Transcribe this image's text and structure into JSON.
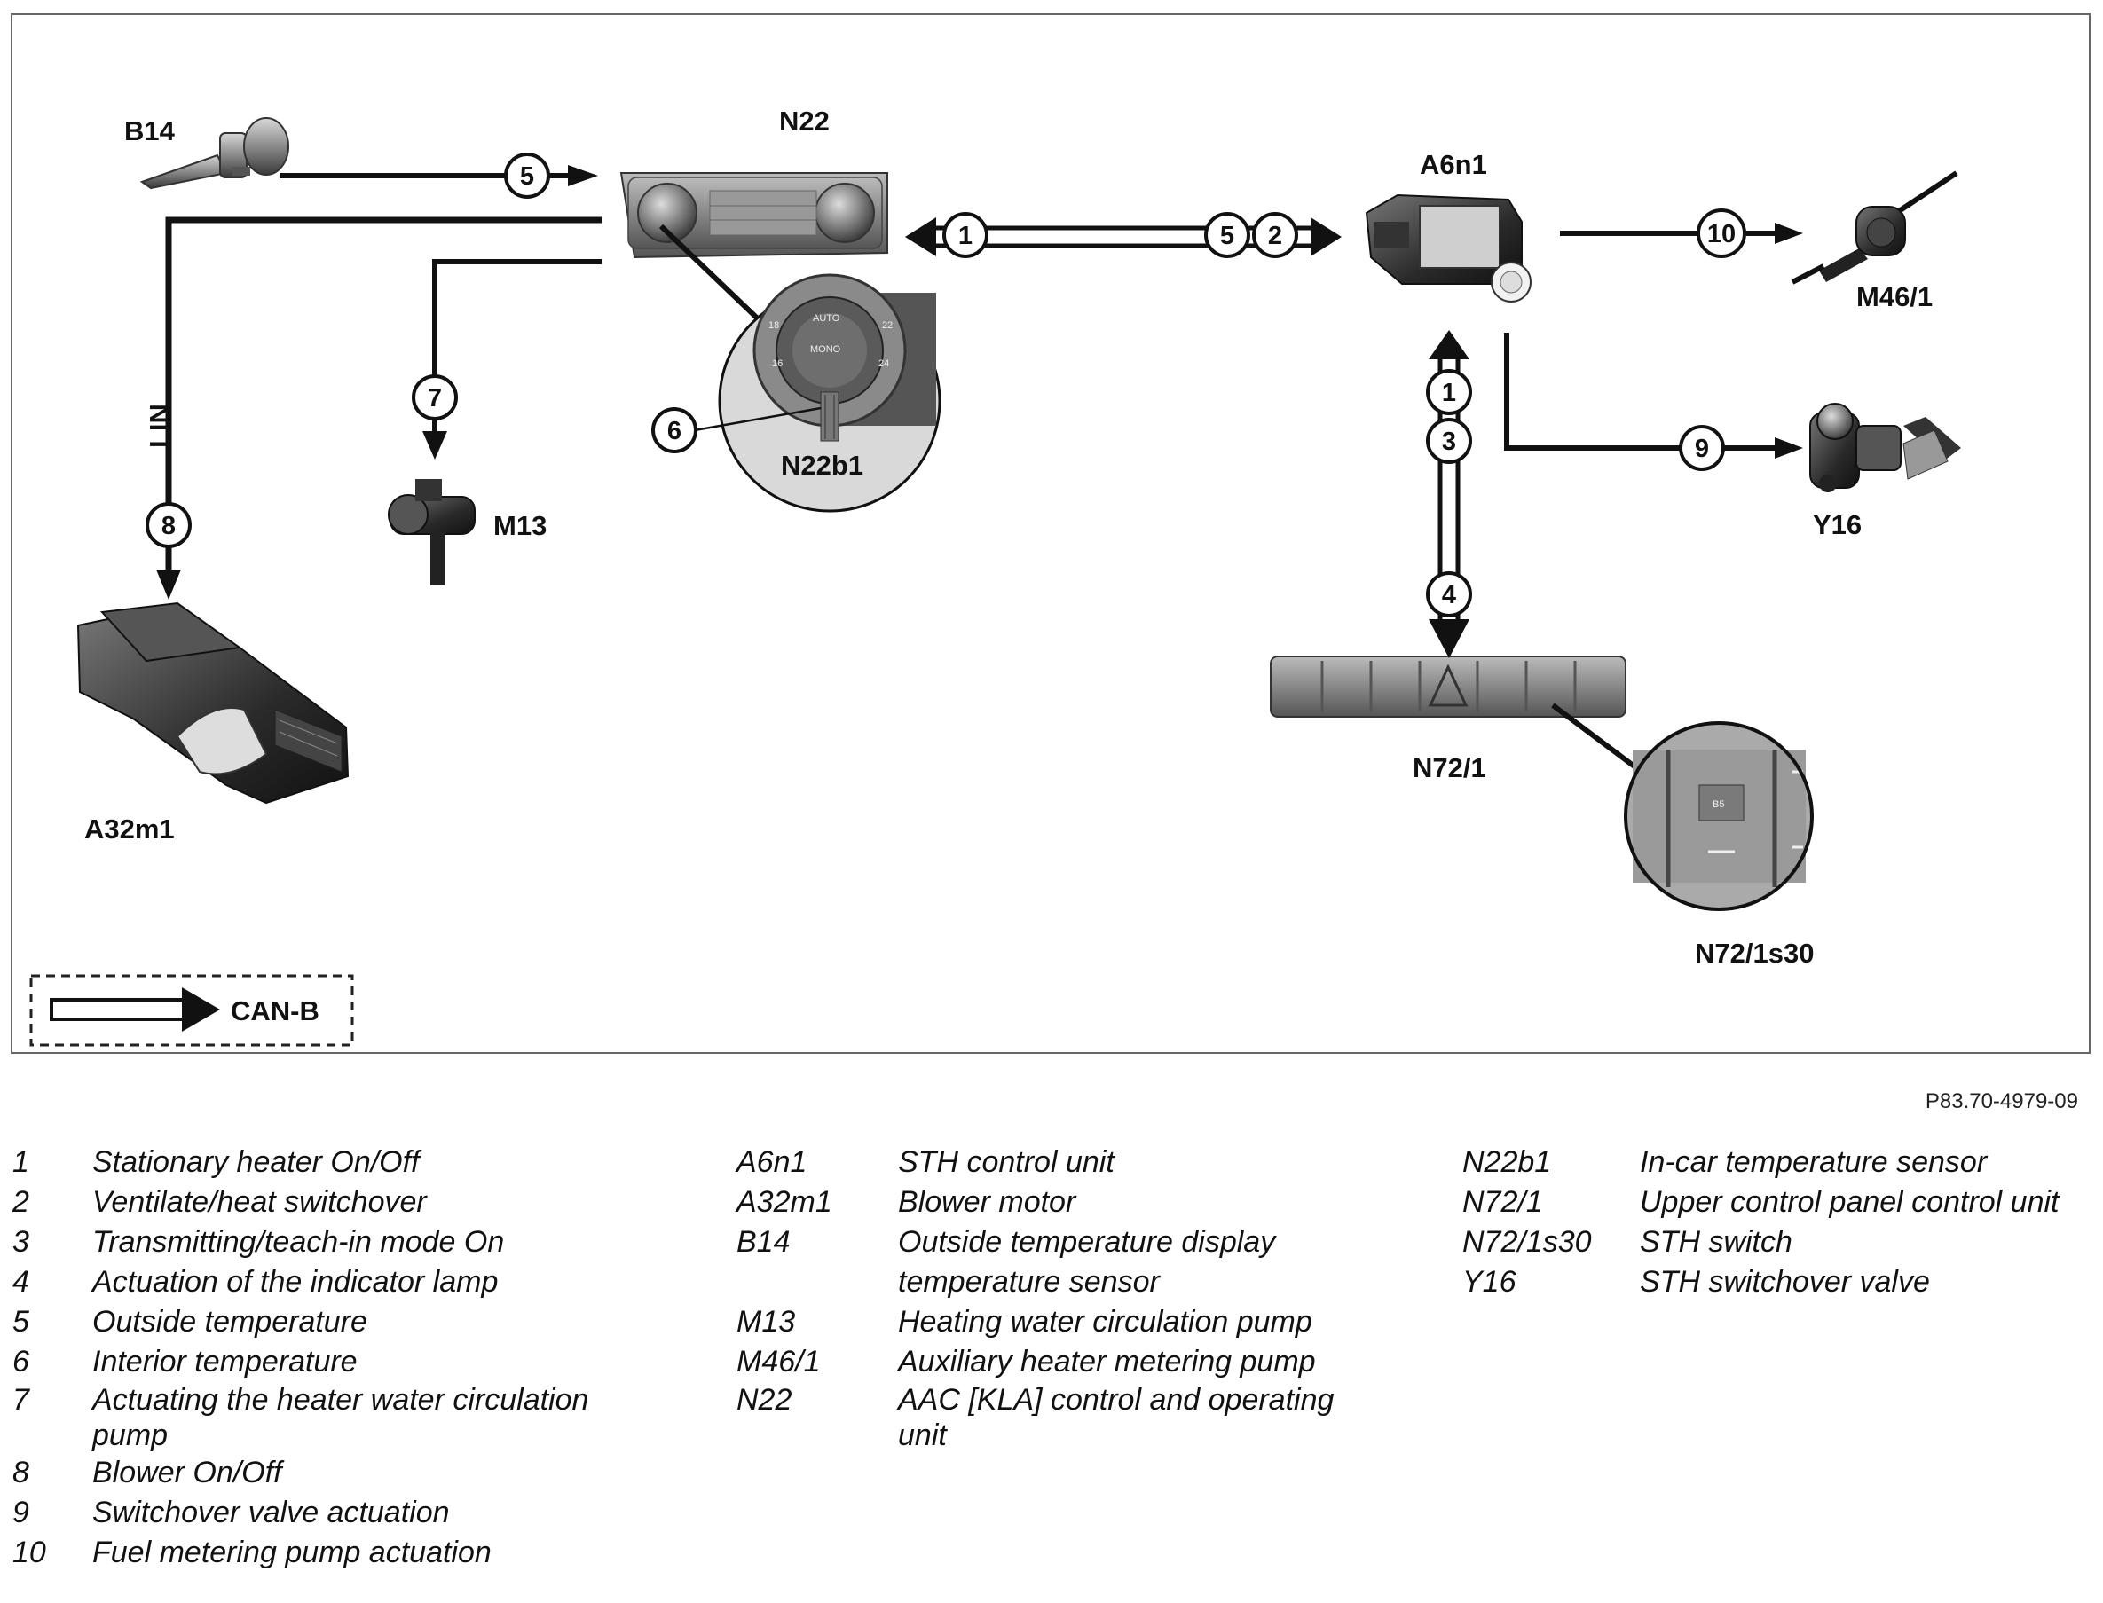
{
  "labels": {
    "b14": "B14",
    "n22": "N22",
    "a6n1": "A6n1",
    "m46_1": "M46/1",
    "y16": "Y16",
    "m13": "M13",
    "a32m1": "A32m1",
    "n22b1": "N22b1",
    "n72_1": "N72/1",
    "n72_1s30": "N72/1s30",
    "lin": "LIN",
    "can_b": "CAN-B"
  },
  "control_texts": {
    "auto": "AUTO",
    "mono": "MONO",
    "t18": "18",
    "t22": "22",
    "t16": "16",
    "t24": "24",
    "b5": "B5"
  },
  "markers": {
    "m1": "1",
    "m2": "2",
    "m3": "3",
    "m4": "4",
    "m5": "5",
    "m6": "6",
    "m7": "7",
    "m8": "8",
    "m9": "9",
    "m10": "10"
  },
  "figure_id": "P83.70-4979-09",
  "legend": {
    "col1": [
      {
        "code": "1",
        "desc": "Stationary heater On/Off"
      },
      {
        "code": "2",
        "desc": "Ventilate/heat switchover"
      },
      {
        "code": "3",
        "desc": "Transmitting/teach-in mode On"
      },
      {
        "code": "4",
        "desc": "Actuation of the indicator lamp"
      },
      {
        "code": "5",
        "desc": "Outside temperature"
      },
      {
        "code": "6",
        "desc": "Interior temperature"
      },
      {
        "code": "7",
        "desc": "Actuating the heater water circulation pump"
      },
      {
        "code": "8",
        "desc": "Blower On/Off"
      },
      {
        "code": "9",
        "desc": "Switchover valve actuation"
      },
      {
        "code": "10",
        "desc": "Fuel metering pump actuation"
      }
    ],
    "col2": [
      {
        "code": "A6n1",
        "desc": "STH control unit"
      },
      {
        "code": "A32m1",
        "desc": "Blower motor"
      },
      {
        "code": "B14",
        "desc": "Outside temperature display temperature sensor"
      },
      {
        "code": "M13",
        "desc": "Heating water circulation pump"
      },
      {
        "code": "M46/1",
        "desc": "Auxiliary heater metering pump"
      },
      {
        "code": "N22",
        "desc": "AAC [KLA] control and operating unit"
      }
    ],
    "col3": [
      {
        "code": "N22b1",
        "desc": "In-car temperature sensor"
      },
      {
        "code": "N72/1",
        "desc": "Upper control panel control unit"
      },
      {
        "code": "N72/1s30",
        "desc": "STH switch"
      },
      {
        "code": "Y16",
        "desc": "STH switchover valve"
      }
    ]
  }
}
